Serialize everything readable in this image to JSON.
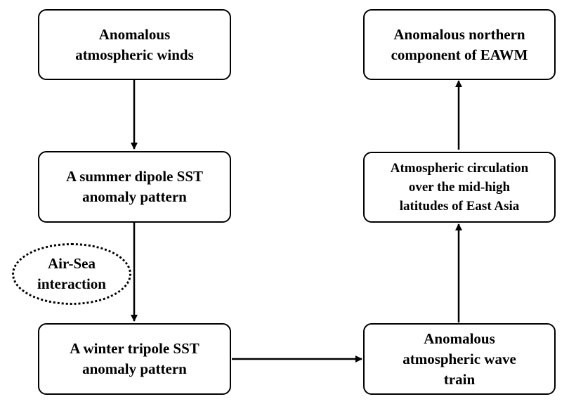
{
  "nodes": {
    "winds": "Anomalous\natmospheric winds",
    "summer_dipole": "A summer dipole SST\nanomaly pattern",
    "air_sea": "Air-Sea\ninteraction",
    "winter_tripole": "A winter tripole SST\nanomaly pattern",
    "wave_train": "Anomalous\natmospheric wave\ntrain",
    "circulation": "Atmospheric circulation\nover the mid-high\nlatitudes of East Asia",
    "eawm": "Anomalous northern\ncomponent of EAWM"
  },
  "edges": [
    {
      "from": "winds",
      "to": "summer_dipole"
    },
    {
      "from": "summer_dipole",
      "to": "winter_tripole"
    },
    {
      "from": "winter_tripole",
      "to": "wave_train"
    },
    {
      "from": "wave_train",
      "to": "circulation"
    },
    {
      "from": "circulation",
      "to": "eawm"
    }
  ]
}
